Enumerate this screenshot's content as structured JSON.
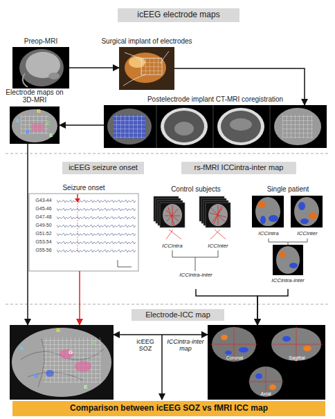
{
  "diagram": {
    "nodes": [
      {
        "text": [
          "icEEG electrode maps"
        ]
      },
      {
        "text": [
          "Preop-MRI"
        ]
      },
      {
        "text": [
          "Surgical implant of electrodes"
        ]
      },
      {
        "text": [
          "Postelectrode implant CT-MRI coregistration"
        ]
      },
      {
        "text": [
          "Electrode maps on 3D-MRI",
          "B",
          "A",
          "C",
          "D",
          "E"
        ]
      },
      {
        "text": [
          "icEEG seizure onset"
        ]
      },
      {
        "text": [
          "rs-fMRI ICCintra-inter map"
        ]
      },
      {
        "text": [
          "Seizure onset",
          "G43-44",
          "G45-46",
          "G47-48",
          "G49-50",
          "G51-52",
          "G53-54",
          "G55-56"
        ]
      },
      {
        "text": [
          "Control subjects",
          "ICCintra",
          "ICCinter",
          "ICCintra-inter"
        ]
      },
      {
        "text": [
          "Single patient",
          "ICCintra",
          "ICCinter",
          "ICCintra-inter"
        ]
      },
      {
        "text": [
          "Electrode-ICC map"
        ]
      },
      {
        "text": [
          "B",
          "A",
          "C",
          "D",
          "E",
          "G"
        ]
      },
      {
        "text": [
          "Coronal",
          "Sagittal",
          "Axial"
        ]
      },
      {
        "text": [
          "Comparison between icEEG SOZ vs fMRI ICC map"
        ]
      }
    ],
    "edges": [
      {
        "from": 1,
        "to": 2,
        "arrow": "to"
      },
      {
        "from": 2,
        "to": 3,
        "arrow": "to"
      },
      {
        "from": 3,
        "to": 4,
        "arrow": "to"
      },
      {
        "from": 4,
        "to": 11,
        "arrow": "to"
      },
      {
        "from": 7,
        "to": 11,
        "arrow": "to"
      },
      {
        "from": 8,
        "to": 12,
        "arrow": "to"
      },
      {
        "from": 9,
        "to": 12,
        "arrow": "to"
      },
      {
        "from": 11,
        "to": 12,
        "arrow": "both"
      }
    ],
    "labels": [
      "icEEG SOZ",
      "ICCintra-inter map"
    ]
  }
}
